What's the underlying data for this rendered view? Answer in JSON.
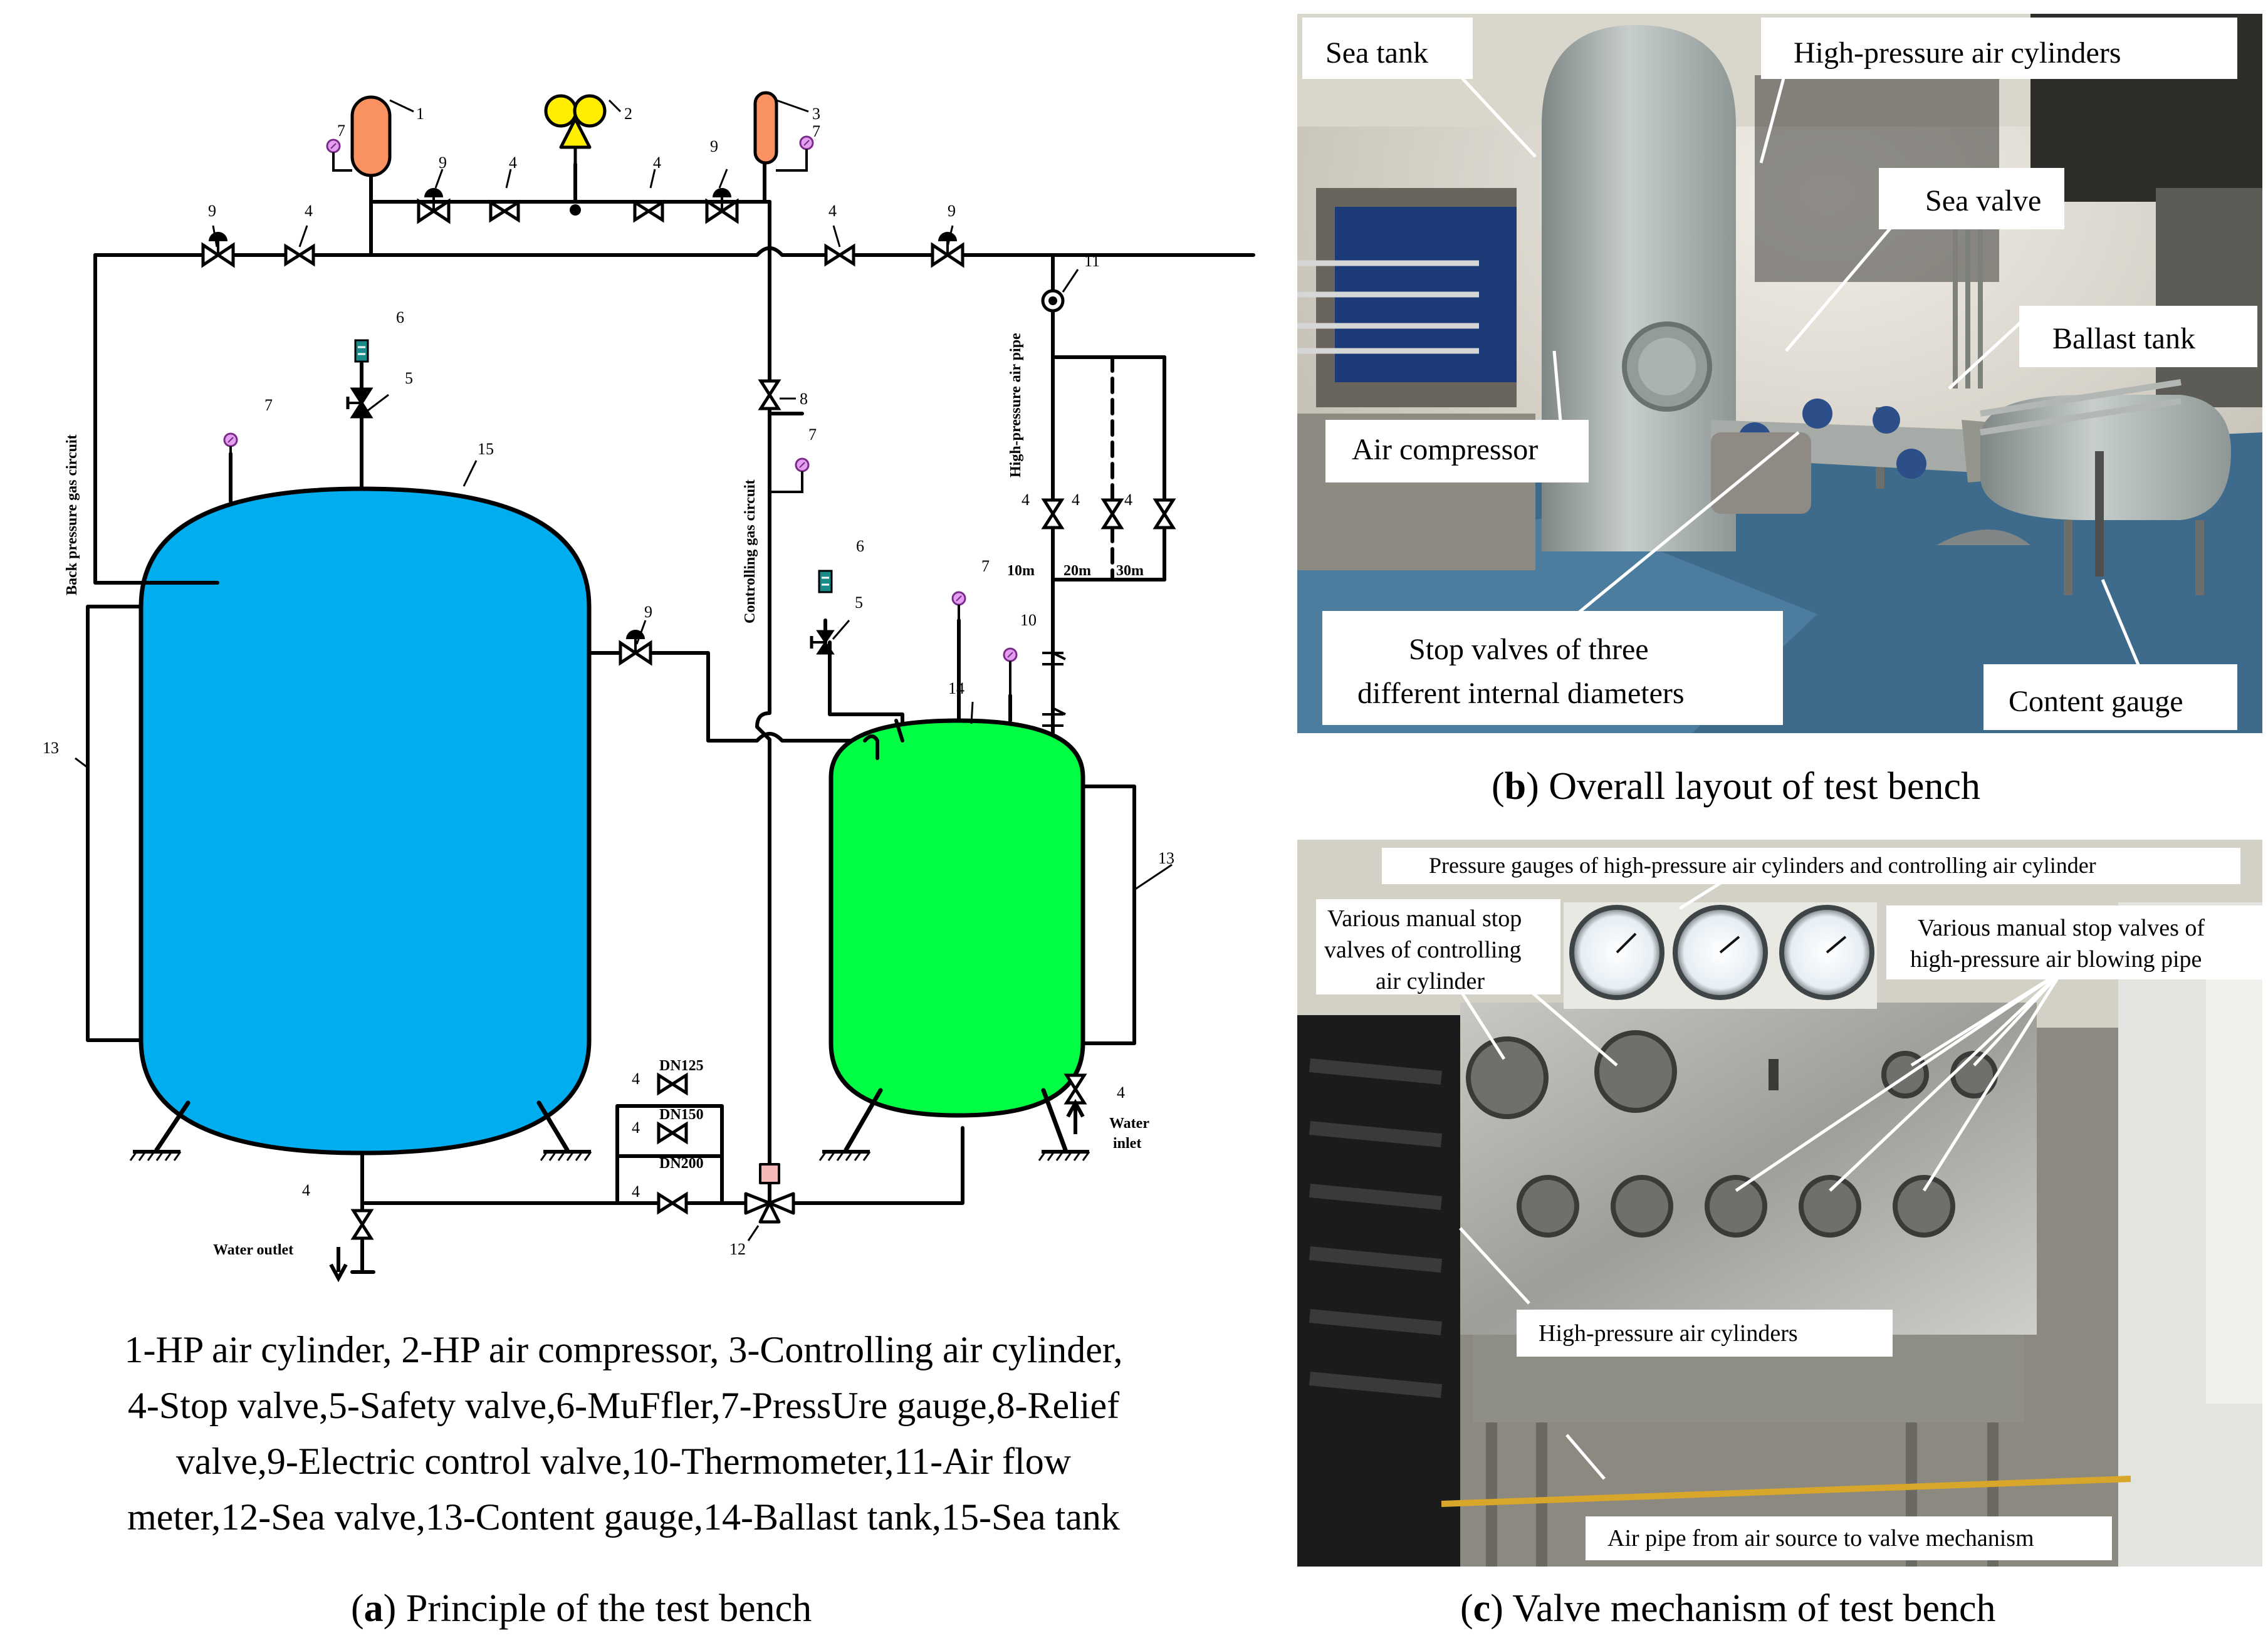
{
  "schematic": {
    "numbers": {
      "n1": "1",
      "n2": "2",
      "n3": "3",
      "n4": "4",
      "n5": "5",
      "n6": "6",
      "n7": "7",
      "n8": "8",
      "n9": "9",
      "n10": "10",
      "n11": "11",
      "n12": "12",
      "n13": "13",
      "n14": "14",
      "n15": "15"
    },
    "labels": {
      "back_pressure_gas_circuit": "Back pressure gas circuit",
      "controlling_gas_circuit": "Controlling gas circuit",
      "high_pressure_air_pipe": "High-pressure air pipe",
      "len_10m": "10m",
      "len_20m": "20m",
      "len_30m": "30m",
      "dn125": "DN125",
      "dn150": "DN150",
      "dn200": "DN200",
      "water_outlet": "Water outlet",
      "water_inlet_1": "Water",
      "water_inlet_2": "inlet"
    },
    "colors": {
      "sea_tank": "#00aeef",
      "ballast_tank": "#00ff44",
      "hp_cylinder": "#f99160",
      "compressor": "#ffee00",
      "gauge": "#cc33cc",
      "muffler": "#1a8a8a",
      "sea_valve": "#f4b8b8"
    }
  },
  "legend": {
    "line1": "1-HP air cylinder, 2-HP air compressor, 3-Controlling air cylinder,",
    "line2": "4-Stop valve,5-Safety valve,6-MuFfler,7-PressUre gauge,8-Relief",
    "line3": "valve,9-Electric control valve,10-Thermometer,11-Air flow",
    "line4": "meter,12-Sea valve,13-Content gauge,14-Ballast tank,15-Sea tank"
  },
  "captions": {
    "a": {
      "letter": "a",
      "text": "Principle of the test bench"
    },
    "b": {
      "letter": "b",
      "text": "Overall layout of test bench"
    },
    "c": {
      "letter": "c",
      "text": "Valve mechanism of test bench"
    }
  },
  "photo_b": {
    "sea_tank": "Sea tank",
    "hp_cylinders": "High-pressure air cylinders",
    "sea_valve": "Sea valve",
    "ballast_tank": "Ballast tank",
    "air_compressor": "Air compressor",
    "stop_valves_1": "Stop valves of three",
    "stop_valves_2": "different internal diameters",
    "content_gauge": "Content gauge"
  },
  "photo_c": {
    "pressure_gauges": "Pressure gauges of high-pressure air cylinders and controlling air cylinder",
    "manual_ctrl_1": "Various manual stop",
    "manual_ctrl_2": "valves of controlling",
    "manual_ctrl_3": "air cylinder",
    "manual_hp_1": "Various manual stop valves of",
    "manual_hp_2": "high-pressure air blowing pipe",
    "hp_cylinders": "High-pressure air cylinders",
    "air_pipe": "Air pipe from air source to valve mechanism"
  }
}
